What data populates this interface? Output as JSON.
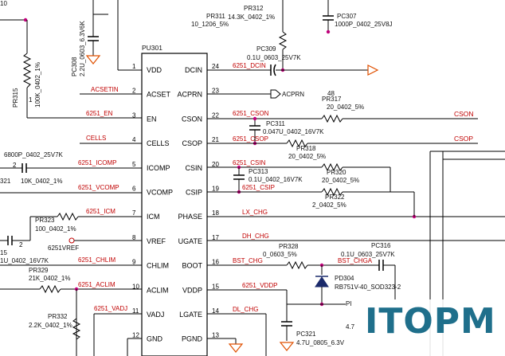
{
  "chip": {
    "ref": "PU301",
    "left_pins": [
      {
        "num": "1",
        "name": "VDD"
      },
      {
        "num": "2",
        "name": "ACSET"
      },
      {
        "num": "3",
        "name": "EN"
      },
      {
        "num": "4",
        "name": "CELLS"
      },
      {
        "num": "5",
        "name": "ICOMP"
      },
      {
        "num": "6",
        "name": "VCOMP"
      },
      {
        "num": "7",
        "name": "ICM"
      },
      {
        "num": "8",
        "name": "VREF"
      },
      {
        "num": "9",
        "name": "CHLIM"
      },
      {
        "num": "10",
        "name": "ACLIM"
      },
      {
        "num": "11",
        "name": "VADJ"
      },
      {
        "num": "12",
        "name": "GND"
      }
    ],
    "right_pins": [
      {
        "num": "24",
        "name": "DCIN"
      },
      {
        "num": "23",
        "name": "ACPRN"
      },
      {
        "num": "22",
        "name": "CSON"
      },
      {
        "num": "21",
        "name": "CSOP"
      },
      {
        "num": "20",
        "name": "CSIN"
      },
      {
        "num": "19",
        "name": "CSIP"
      },
      {
        "num": "18",
        "name": "PHASE"
      },
      {
        "num": "17",
        "name": "UGATE"
      },
      {
        "num": "16",
        "name": "BOOT"
      },
      {
        "num": "15",
        "name": "VDDP"
      },
      {
        "num": "14",
        "name": "LGATE"
      },
      {
        "num": "13",
        "name": "PGND"
      }
    ]
  },
  "nets": {
    "dcin": "6251_DCIN",
    "acsetin": "ACSETIN",
    "en": "6251_EN",
    "cells": "CELLS",
    "icomp": "6251_ICOMP",
    "vcomp": "6251_VCOMP",
    "icm": "6251_ICM",
    "vref": "6251VREF",
    "chlim": "6251_CHLIM",
    "aclim": "6251_ACLIM",
    "vadj": "6251_VADJ",
    "cson": "6251_CSON",
    "csop": "6251_CSOP",
    "csin": "6251_CSIN",
    "csip": "6251_CSIP",
    "lx": "LX_CHG",
    "dh": "DH_CHG",
    "bst": "BST_CHG",
    "bsta": "BST_CHGA",
    "vddp": "6251_VDDP",
    "dl": "DL_CHG",
    "acprn": "ACPRN",
    "cson_out": "CSON",
    "csop_out": "CSOP"
  },
  "parts": {
    "pr311_ref": "PR311",
    "pr311_val": "10_1206_5%",
    "pr312_ref": "PR312",
    "pr312_val": "14.3K_0402_1%",
    "pc307_ref": "PC307",
    "pc307_val": "1000P_0402_25V8J",
    "pc309_ref": "PC309",
    "pc309_val": "0.1U_0603_25V7K",
    "pc308_ref": "PC308",
    "pc308_val": "2.2U_0603_6.3V6K",
    "pr315_ref": "PR315",
    "pr315_val": "100K_0402_1%",
    "pr317_ref": "PR317",
    "pr317_val": "20_0402_5%",
    "pc311_ref": "PC311",
    "pc311_val": "0.047U_0402_16V7K",
    "pr318_ref": "PR318",
    "pr318_val": "20_0402_5%",
    "pr320_ref": "PR320",
    "pr320_val": "20_0402_5%",
    "pc313_ref": "PC313",
    "pc313_val": "0.1U_0402_16V7K",
    "pr322_ref": "PR322",
    "pr322_val": "2_0402_5%",
    "left_cap_val": "6800P_0402_25V7K",
    "left_res_val": "10K_0402_1%",
    "left_res_ref": "321",
    "pr323_ref": "PR323",
    "pr323_val": "100_0402_1%",
    "left_cap2_val": "1U_0402_16V7K",
    "left_cap2_ref": "15",
    "pr329_ref": "PR329",
    "pr329_val": "21K_0402_1%",
    "pr332_ref": "PR332",
    "pr332_val": "2.2K_0402_1%",
    "pr328_ref": "PR328",
    "pr328_val": "0_0603_5%",
    "pc316_ref": "PC316",
    "pc316_val": "0.1U_0603_25V7K",
    "pd304_ref": "PD304",
    "pd304_val": "RB751V-40_SOD323-2",
    "pc321_ref": "PC321",
    "pc321_val": "4.7U_0805_6.3V",
    "cut_ref": "PI",
    "cut_val": "4.7",
    "top_label": "10",
    "r_small": "48"
  },
  "pin_nums": {
    "p1": "1",
    "p2": "2"
  },
  "watermark": {
    "text": "ITOPM",
    "color": "#1f6f8b"
  },
  "colors": {
    "wire": "#000000",
    "net": "#c00000",
    "junction": "#c0007a",
    "power": "#e05000"
  }
}
